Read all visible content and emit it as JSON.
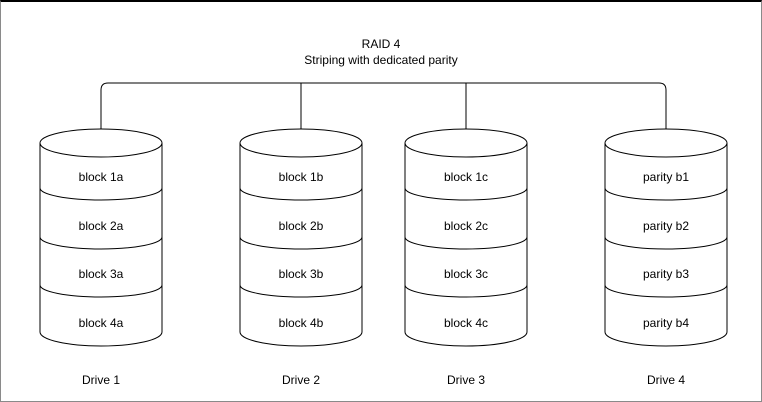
{
  "diagram": {
    "title": {
      "line1": "RAID 4",
      "line2": "Striping with dedicated parity"
    },
    "drives": [
      {
        "label": "Drive 1",
        "blocks": [
          "block 1a",
          "block 2a",
          "block 3a",
          "block 4a"
        ]
      },
      {
        "label": "Drive 2",
        "blocks": [
          "block 1b",
          "block 2b",
          "block 3b",
          "block 4b"
        ]
      },
      {
        "label": "Drive 3",
        "blocks": [
          "block 1c",
          "block 2c",
          "block 3c",
          "block 4c"
        ]
      },
      {
        "label": "Drive 4",
        "blocks": [
          "parity b1",
          "parity b2",
          "parity b3",
          "parity b4"
        ]
      }
    ],
    "colors": {
      "stroke": "#000000",
      "background": "#ffffff"
    }
  }
}
